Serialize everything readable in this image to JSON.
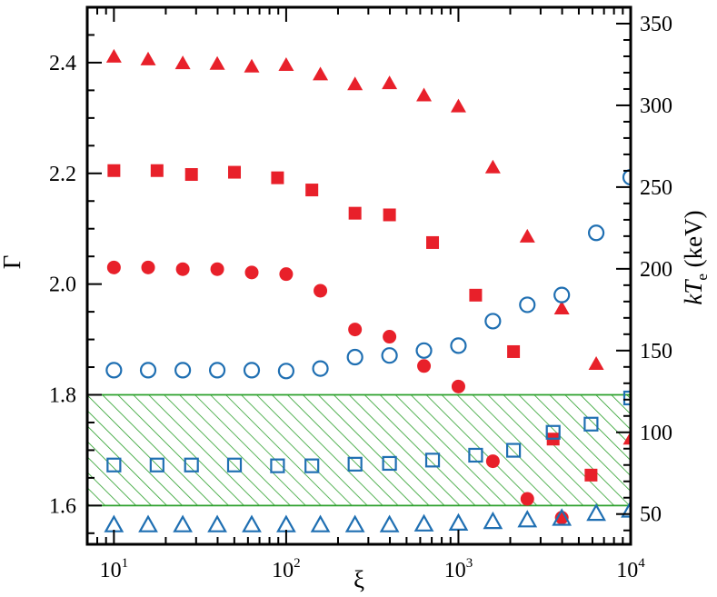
{
  "chart_data": {
    "type": "scatter",
    "title": "",
    "x_axis": {
      "label": "ξ",
      "scale": "log",
      "range": [
        7,
        10000
      ],
      "tick_labels": [
        {
          "value": 10,
          "base": "10",
          "exp": "1"
        },
        {
          "value": 100,
          "base": "10",
          "exp": "2"
        },
        {
          "value": 1000,
          "base": "10",
          "exp": "3"
        },
        {
          "value": 10000,
          "base": "10",
          "exp": "4"
        }
      ]
    },
    "y_left": {
      "label": "Γ",
      "range": [
        1.53,
        2.5
      ],
      "ticks": [
        "1.6",
        "1.8",
        "2.0",
        "2.2",
        "2.4"
      ],
      "minor_step": 0.05
    },
    "y_right": {
      "label_parts": [
        "kT",
        "e",
        " (keV)"
      ],
      "range": [
        31.5,
        360
      ],
      "ticks": [
        "50",
        "100",
        "150",
        "200",
        "250",
        "300",
        "350"
      ],
      "minor_step": 10
    },
    "hatched_band": {
      "y_range": [
        1.6,
        1.8
      ],
      "axis": "left",
      "color": "#2ca02c"
    },
    "colors": {
      "red": "#e8202a",
      "blue": "#1f6fb2"
    },
    "series": [
      {
        "axis": "left",
        "marker": "triangle",
        "fill": "filled",
        "color": "red",
        "x": [
          10,
          15.8,
          25.1,
          39.8,
          63.1,
          100,
          158,
          251,
          398,
          631,
          1000,
          1585,
          2512,
          3981,
          6310,
          10000
        ],
        "y": [
          2.41,
          2.405,
          2.398,
          2.397,
          2.392,
          2.395,
          2.378,
          2.36,
          2.362,
          2.34,
          2.32,
          2.21,
          2.085,
          1.955,
          1.855,
          1.72
        ]
      },
      {
        "axis": "left",
        "marker": "square",
        "fill": "filled",
        "color": "red",
        "x": [
          10,
          17.8,
          28.2,
          50.1,
          89.1,
          141,
          251,
          398,
          708,
          1259,
          2089,
          3548,
          5888
        ],
        "y": [
          2.205,
          2.205,
          2.198,
          2.202,
          2.192,
          2.17,
          2.128,
          2.125,
          2.075,
          1.98,
          1.878,
          1.72,
          1.655
        ]
      },
      {
        "axis": "left",
        "marker": "circle",
        "fill": "filled",
        "color": "red",
        "x": [
          10,
          15.8,
          25.1,
          39.8,
          63.1,
          100,
          158,
          251,
          398,
          631,
          1000,
          1585,
          2512,
          3981
        ],
        "y": [
          2.03,
          2.03,
          2.027,
          2.027,
          2.021,
          2.018,
          1.988,
          1.918,
          1.905,
          1.852,
          1.815,
          1.68,
          1.612,
          1.578
        ]
      },
      {
        "axis": "right",
        "marker": "circle",
        "fill": "open",
        "color": "blue",
        "x": [
          10,
          15.8,
          25.1,
          39.8,
          63.1,
          100,
          158,
          251,
          398,
          631,
          1000,
          1585,
          2512,
          3981,
          6310,
          10000
        ],
        "y": [
          138,
          138,
          138,
          138,
          138,
          137.5,
          139,
          146,
          147,
          150,
          153,
          168,
          178,
          184,
          222,
          256
        ]
      },
      {
        "axis": "right",
        "marker": "square",
        "fill": "open",
        "color": "blue",
        "x": [
          10,
          17.8,
          28.2,
          50.1,
          89.1,
          141,
          251,
          398,
          708,
          1259,
          2089,
          3548,
          5888,
          10000
        ],
        "y": [
          80,
          80,
          80,
          80,
          79.5,
          79.5,
          80.5,
          81,
          83,
          86,
          89,
          100,
          105,
          121
        ]
      },
      {
        "axis": "right",
        "marker": "triangle",
        "fill": "open",
        "color": "blue",
        "x": [
          10,
          15.8,
          25.1,
          39.8,
          63.1,
          100,
          158,
          251,
          398,
          631,
          1000,
          1585,
          2512,
          3981,
          6310,
          10000
        ],
        "y": [
          43,
          43,
          43,
          43,
          43,
          43,
          43,
          43,
          43,
          43.5,
          44,
          45,
          46,
          47,
          50,
          52
        ]
      }
    ]
  }
}
